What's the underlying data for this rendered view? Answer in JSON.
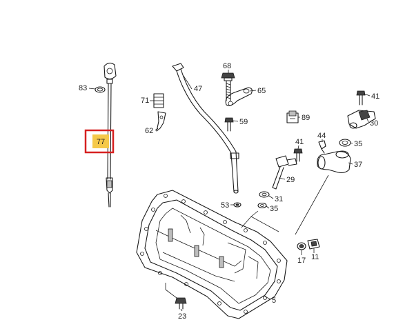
{
  "diagram": {
    "callouts": {
      "c83": "83",
      "c77": "77",
      "c71": "71",
      "c62": "62",
      "c47": "47",
      "c68": "68",
      "c65": "65",
      "c59": "59",
      "c89": "89",
      "c41a": "41",
      "c30": "30",
      "c44": "44",
      "c35a": "35",
      "c37": "37",
      "c41b": "41",
      "c29": "29",
      "c31": "31",
      "c35b": "35",
      "c53": "53",
      "c17": "17",
      "c11": "11",
      "c5": "5",
      "c23": "23"
    },
    "highlight": {
      "callout": "77",
      "box_color": "#d62020",
      "fill_color": "#f5c94a"
    }
  }
}
